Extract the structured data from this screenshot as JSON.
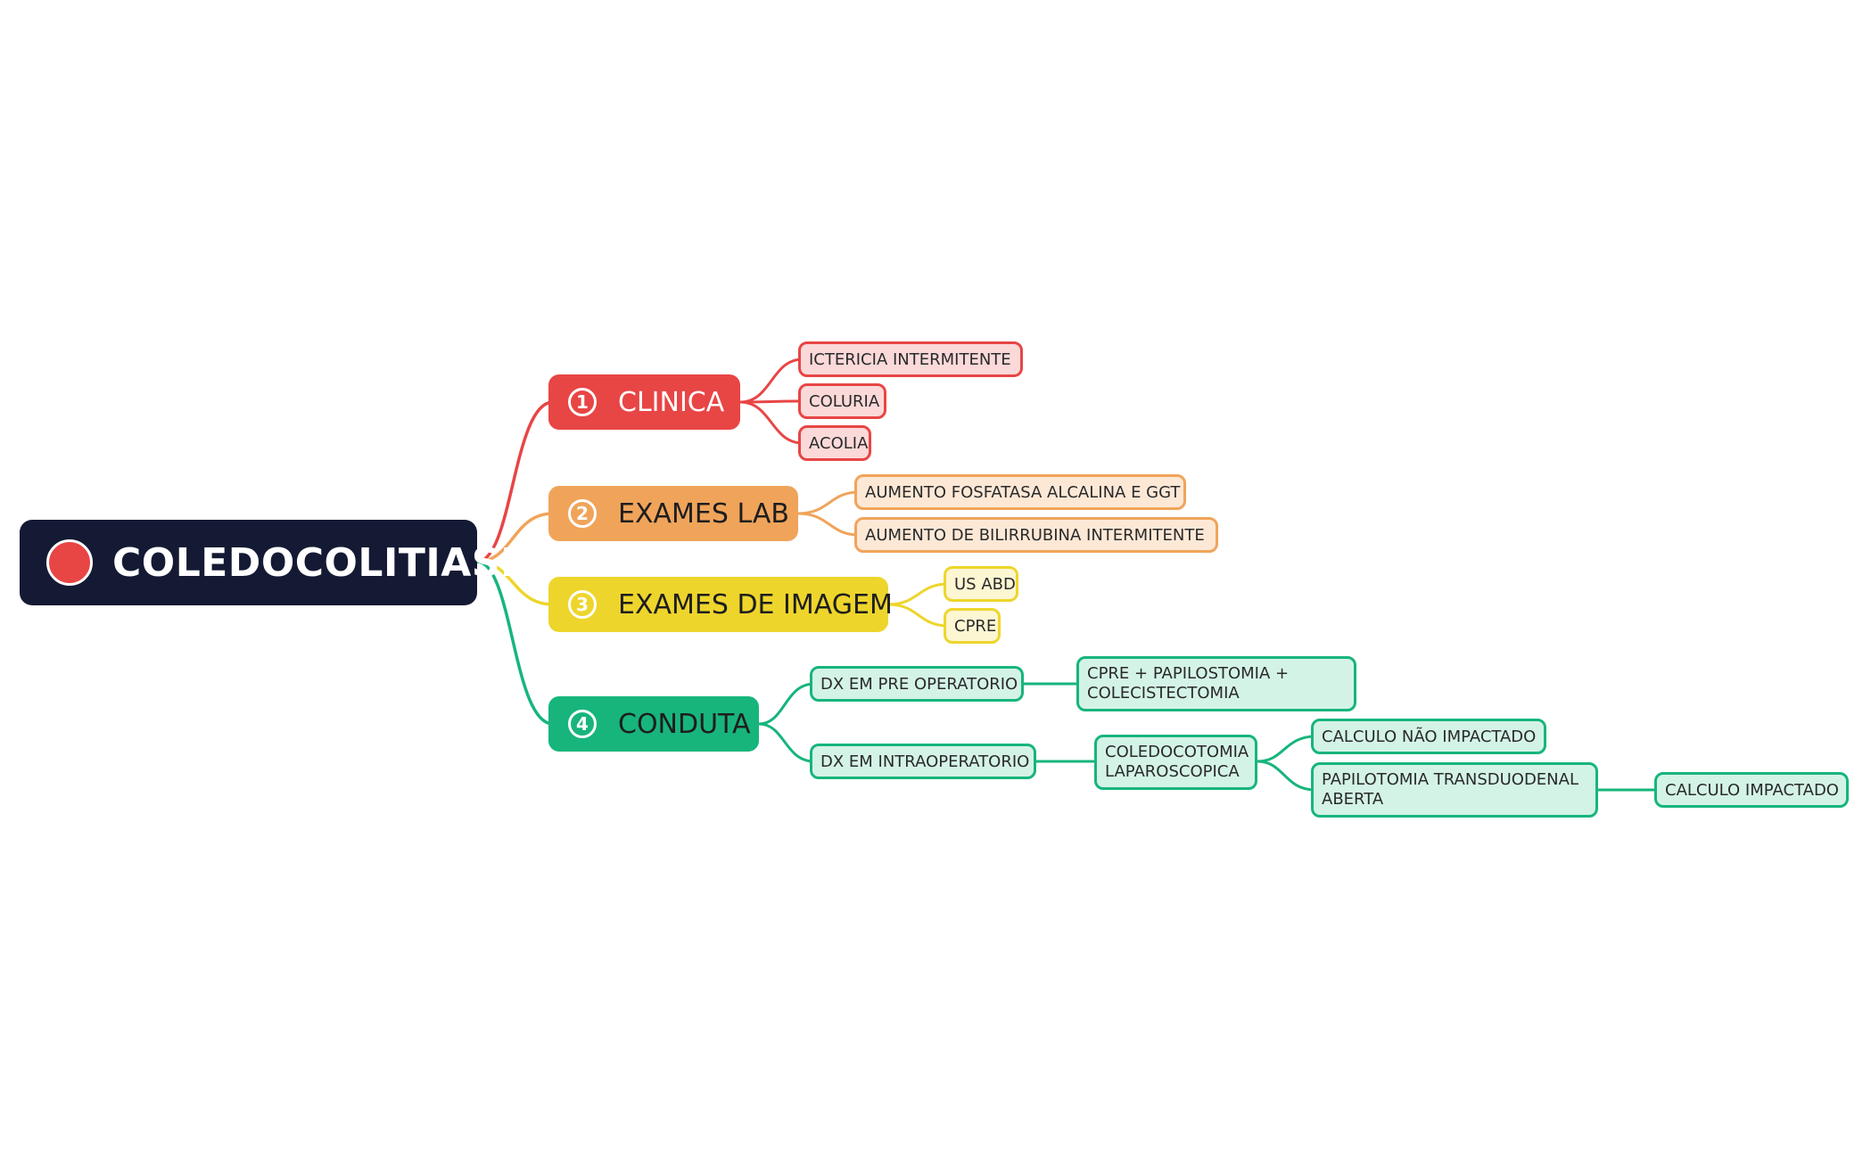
{
  "root": {
    "label": "COLEDOCOLITIASE"
  },
  "colors": {
    "root_bg": "#141a33",
    "root_dot": "#e84545",
    "clinica": "#e84545",
    "exames_lab": "#f0a45a",
    "exames_imagem": "#eed52c",
    "conduta": "#17b57c"
  },
  "branches": {
    "clinica": {
      "number": "1",
      "label": "CLINICA",
      "children": [
        "ICTERICIA INTERMITENTE",
        "COLURIA",
        "ACOLIA"
      ]
    },
    "exames_lab": {
      "number": "2",
      "label": "EXAMES LAB",
      "children": [
        "AUMENTO FOSFATASA ALCALINA E GGT",
        "AUMENTO DE BILIRRUBINA INTERMITENTE"
      ]
    },
    "exames_imagem": {
      "number": "3",
      "label": "EXAMES DE IMAGEM",
      "children": [
        "US ABD",
        "CPRE"
      ]
    },
    "conduta": {
      "number": "4",
      "label": "CONDUTA",
      "pre": {
        "label": "DX EM PRE OPERATORIO",
        "child": "CPRE + PAPILOSTOMIA + COLECISTECTOMIA"
      },
      "intra": {
        "label": "DX EM INTRAOPERATORIO",
        "child": "COLEDOCOTOMIA LAPAROSCOPICA",
        "nao_impactado": "CALCULO NÃO IMPACTADO",
        "papilotomia": "PAPILOTOMIA TRANSDUODENAL ABERTA",
        "impactado": "CALCULO IMPACTADO"
      }
    }
  }
}
